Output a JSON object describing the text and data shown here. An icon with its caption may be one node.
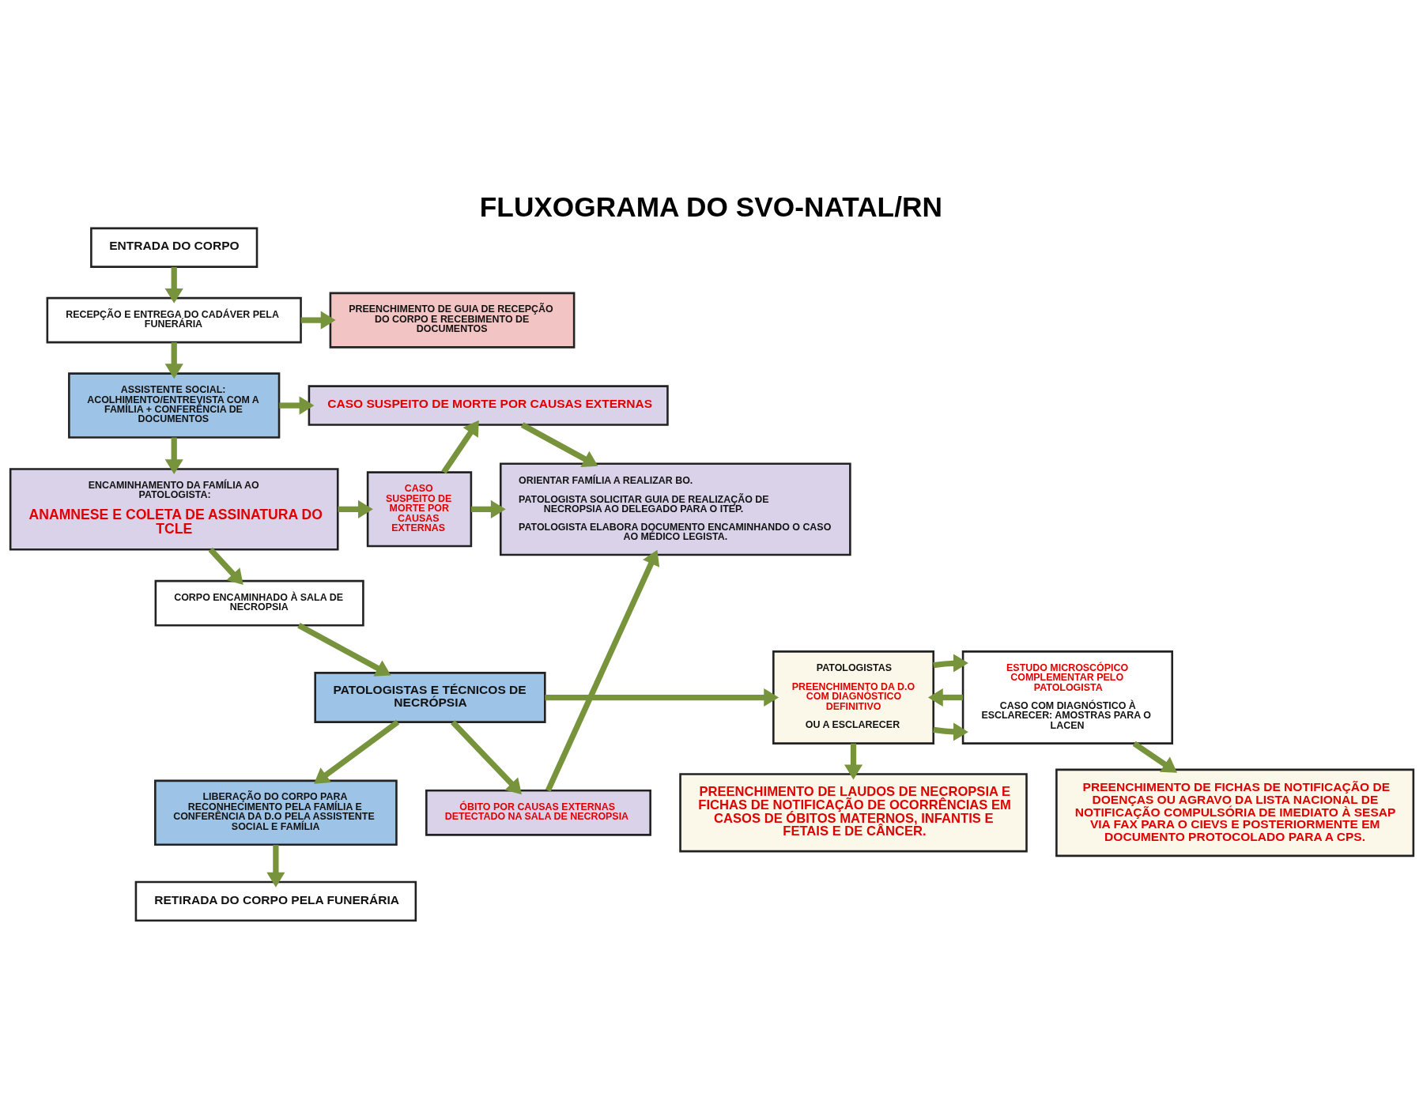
{
  "diagram": {
    "title": "FLUXOGRAMA DO SVO-NATAL/RN",
    "nodes": [
      {
        "text": [
          "ENTRADA DO CORPO"
        ]
      },
      {
        "text": [
          "RECEPÇÃO E ENTREGA DO CADÁVER PELA FUNERÁRIA"
        ]
      },
      {
        "text": [
          "PREENCHIMENTO DE GUIA DE RECEPÇÃO DO CORPO E RECEBIMENTO DE DOCUMENTOS"
        ]
      },
      {
        "text": [
          "ASSISTENTE SOCIAL: ACOLHIMENTO/ENTREVISTA COM A FAMÍLIA + CONFERÊNCIA DE DOCUMENTOS"
        ]
      },
      {
        "text": [
          "CASO SUSPEITO DE MORTE POR CAUSAS EXTERNAS"
        ]
      },
      {
        "text": [
          "ENCAMINHAMENTO DA FAMÍLIA AO PATOLOGISTA:",
          "ANAMNESE E COLETA DE ASSINATURA DO TCLE"
        ]
      },
      {
        "text": [
          "CASO SUSPEITO DE MORTE POR CAUSAS EXTERNAS"
        ]
      },
      {
        "text": [
          "ORIENTAR FAMÍLIA A REALIZAR BO.",
          "PATOLOGISTA SOLICITAR GUIA DE REALIZAÇÃO DE NECROPSIA AO DELEGADO PARA O ITEP.",
          "PATOLOGISTA ELABORA DOCUMENTO ENCAMINHANDO O CASO AO MÉDICO LEGISTA."
        ]
      },
      {
        "text": [
          "ÓBITO POR CAUSAS EXTERNAS DETECTADO NA SALA DE NECROPSIA"
        ]
      },
      {
        "text": [
          "CORPO ENCAMINHADO À SALA DE NECROPSIA"
        ]
      },
      {
        "text": [
          "PATOLOGISTAS E TÉCNICOS DE NECRÓPSIA"
        ]
      },
      {
        "text": [
          "PATOLOGISTAS",
          "PREENCHIMENTO DA D.O COM DIAGNÓSTICO DEFINITIVO",
          "OU A ESCLARECER"
        ]
      },
      {
        "text": [
          "ESTUDO MICROSCÓPICO COMPLEMENTAR PELO PATOLOGISTA",
          "CASO COM DIAGNÓSTICO À ESCLARECER: AMOSTRAS PARA O LACEN"
        ]
      },
      {
        "text": [
          "LIBERAÇÃO DO CORPO PARA RECONHECIMENTO PELA FAMÍLIA E CONFERÊNCIA DA D.O PELA ASSISTENTE SOCIAL E FAMÍLIA"
        ]
      },
      {
        "text": [
          "PREENCHIMENTO DE LAUDOS DE NECROPSIA E FICHAS DE NOTIFICAÇÃO DE OCORRÊNCIAS EM CASOS DE ÓBITOS MATERNOS, INFANTIS E FETAIS E DE CÂNCER."
        ]
      },
      {
        "text": [
          "PREENCHIMENTO DE FICHAS DE NOTIFICAÇÃO DE DOENÇAS OU AGRAVO DA LISTA NACIONAL DE NOTIFICAÇÃO COMPULSÓRIA DE IMEDIATO À SESAP VIA FAX PARA O CIEVS E POSTERIORMENTE EM DOCUMENTO PROTOCOLADO PARA A CPS."
        ]
      },
      {
        "text": [
          "RETIRADA DO CORPO PELA FUNERÁRIA"
        ]
      }
    ],
    "edges": [
      {
        "from": 0,
        "to": 1,
        "arrow": "to"
      },
      {
        "from": 1,
        "to": 2,
        "arrow": "to"
      },
      {
        "from": 1,
        "to": 3,
        "arrow": "to"
      },
      {
        "from": 3,
        "to": 4,
        "arrow": "to"
      },
      {
        "from": 3,
        "to": 5,
        "arrow": "to"
      },
      {
        "from": 5,
        "to": 6,
        "arrow": "to"
      },
      {
        "from": 6,
        "to": 4,
        "arrow": "to"
      },
      {
        "from": 6,
        "to": 7,
        "arrow": "to"
      },
      {
        "from": 4,
        "to": 7,
        "arrow": "to"
      },
      {
        "from": 8,
        "to": 7,
        "arrow": "to"
      },
      {
        "from": 5,
        "to": 9,
        "arrow": "to"
      },
      {
        "from": 9,
        "to": 10,
        "arrow": "to"
      },
      {
        "from": 10,
        "to": 8,
        "arrow": "to"
      },
      {
        "from": 10,
        "to": 11,
        "arrow": "to"
      },
      {
        "from": 11,
        "to": 12,
        "arrow": "to"
      },
      {
        "from": 12,
        "to": 11,
        "arrow": "to"
      },
      {
        "from": 11,
        "to": 12,
        "arrow": "to"
      },
      {
        "from": 11,
        "to": 14,
        "arrow": "to"
      },
      {
        "from": 12,
        "to": 15,
        "arrow": "to"
      },
      {
        "from": 10,
        "to": 13,
        "arrow": "to"
      },
      {
        "from": 13,
        "to": 16,
        "arrow": "to"
      }
    ]
  }
}
